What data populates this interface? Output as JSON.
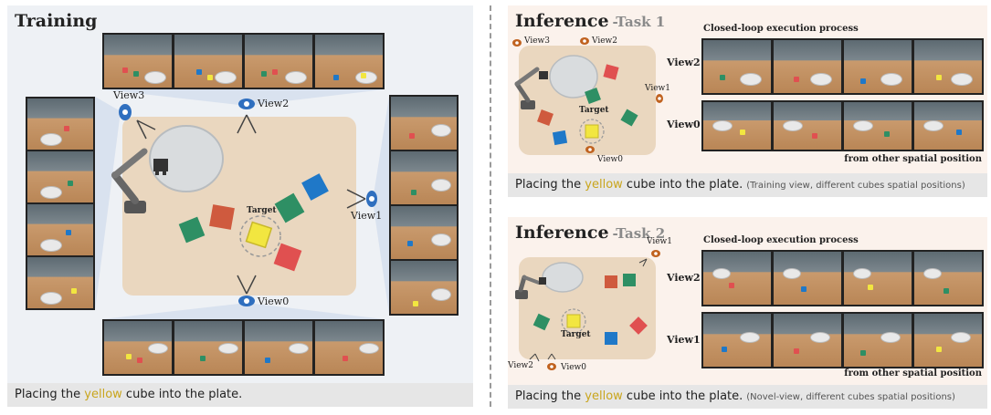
{
  "training": {
    "title": "Training",
    "caption_pre": "Placing the ",
    "caption_highlight": "yellow",
    "caption_post": " cube into the plate.",
    "target_label": "Target",
    "views": {
      "view0": "View0",
      "view1": "View1",
      "view2": "View2",
      "view3": "View3"
    }
  },
  "inference1": {
    "title": "Inference",
    "subtitle": "-Task 1",
    "process_title": "Closed-loop execution process",
    "row1_label": "View2",
    "row2_label": "View0",
    "footer_note": "from other spatial position",
    "target_label": "Target",
    "views": {
      "view0": "View0",
      "view1": "View1",
      "view2": "View2",
      "view3": "View3"
    },
    "caption_pre": "Placing the ",
    "caption_highlight": "yellow",
    "caption_post": " cube into the plate.",
    "caption_note": "(Training view, different cubes spatial positions)"
  },
  "inference2": {
    "title": "Inference",
    "subtitle": "-Task 2",
    "process_title": "Closed-loop execution process",
    "row1_label": "View2",
    "row2_label": "View1",
    "footer_note": "from other spatial position",
    "target_label": "Target",
    "views": {
      "view0": "View0",
      "view1": "View1",
      "view2": "View2"
    },
    "caption_pre": "Placing the ",
    "caption_highlight": "yellow",
    "caption_post": " cube into the plate.",
    "caption_note": "(Novel-view, different cubes spatial positions)"
  },
  "colors": {
    "yellow_highlight": "#c9a51c",
    "table": "#ead7bf",
    "eye_icon_training": "#2f6fbf",
    "eye_icon_inference": "#c0621f",
    "cube_yellow": "#f2e640",
    "cube_red": "#e05050",
    "cube_orange": "#cf5a3e",
    "cube_green": "#2e8f64",
    "cube_blue": "#1f78c8"
  }
}
